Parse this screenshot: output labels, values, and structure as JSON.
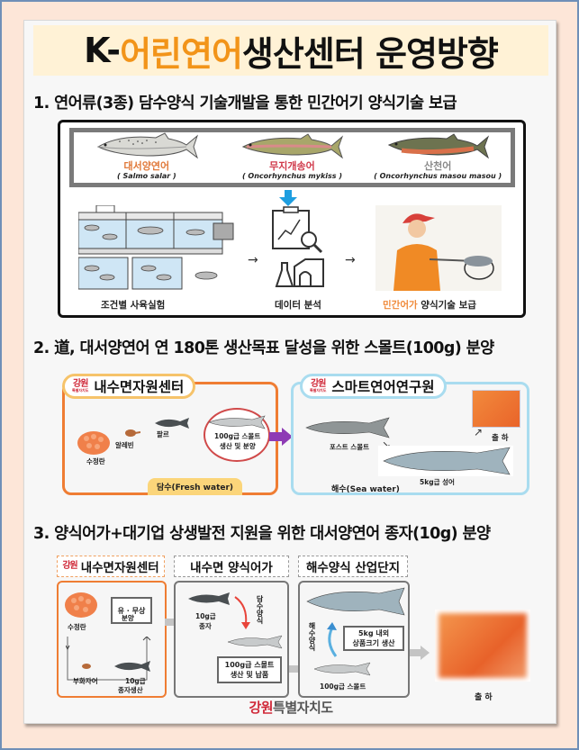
{
  "title": {
    "prefix": "K-",
    "accent": "어린연어",
    "suffix": "생산센터 운영방향"
  },
  "sections": [
    {
      "heading": "1. 연어류(3종) 담수양식 기술개발을 통한 민간어기 양식기술 보급",
      "species": [
        {
          "name": "대서양연어",
          "scientific": "( Salmo salar )",
          "color": "#e0793a"
        },
        {
          "name": "무지개송어",
          "scientific": "( Oncorhynchus mykiss )",
          "color": "#d0394a"
        },
        {
          "name": "산천어",
          "scientific": "( Oncorhynchus masou masou )",
          "color": "#888888"
        }
      ],
      "steps": [
        {
          "label": "조건별 사육실험"
        },
        {
          "label": "데이터 분석"
        },
        {
          "label_highlight": "민간어가",
          "label_rest": " 양식기술 보급"
        }
      ]
    },
    {
      "heading": "2. 道, 대서양연어 연 180톤 생산목표 달성을 위한 스몰트(100g) 분양",
      "left_panel": {
        "logo": "강원",
        "logo_sub": "특별자치도",
        "title": "내수면자원센터",
        "stages": [
          "수정란",
          "알레빈",
          "팔르"
        ],
        "circle_label_1": "100g급 스몰트",
        "circle_label_2": "생산 및 분양",
        "water": "담수(Fresh water)"
      },
      "right_panel": {
        "logo": "강원",
        "logo_sub": "특별자치도",
        "title": "스마트연어연구원",
        "stages": [
          "포스트 스몰트",
          "5kg급 성어",
          "출 하"
        ],
        "water": "해수(Sea water)"
      }
    },
    {
      "heading": "3. 양식어가+대기업 상생발전 지원을 위한 대서양연어 종자(10g) 분양",
      "columns": [
        {
          "title": "내수면자원센터",
          "logo": "강원",
          "items": [
            "수정란",
            "부화자어",
            "10g급",
            "종자생산"
          ],
          "box_label_1": "유 · 무상",
          "box_label_2": "분양"
        },
        {
          "title": "내수면 양식어가",
          "items": [
            "10g급",
            "종자"
          ],
          "curve_label": "담수양식",
          "box_label_1": "100g급 스몰트",
          "box_label_2": "생산 및 납품"
        },
        {
          "title": "해수양식 산업단지",
          "curve_label": "해수양식",
          "box_label_1": "5kg 내외",
          "box_label_2": "상품크기 생산",
          "bottom": "100g급 스몰트"
        }
      ],
      "final": "출 하"
    }
  ],
  "footer": {
    "logo_red": "강원",
    "logo_rest": "특별자치도"
  },
  "colors": {
    "title_accent": "#f29419",
    "title_bg": "#fff2d6",
    "frame_bg": "#fde6d8",
    "orange_border": "#ef7d33",
    "blue_border": "#a9dcef",
    "purple_arrow": "#8e3bb5",
    "logo_red": "#d02a3a"
  }
}
